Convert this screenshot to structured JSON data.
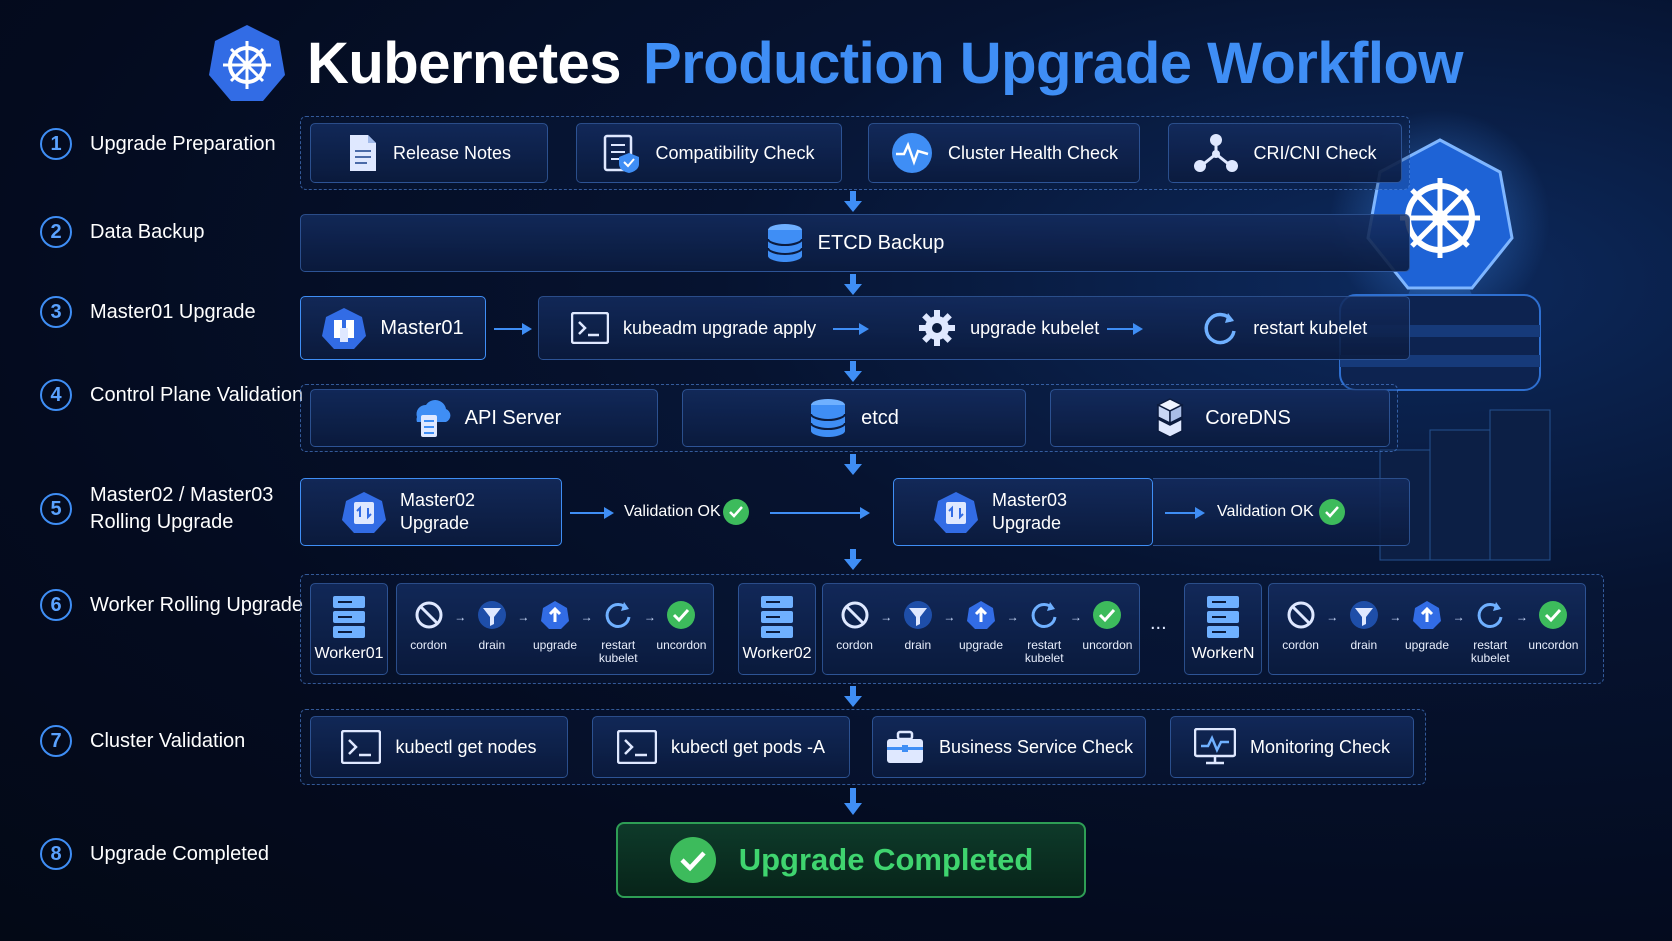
{
  "title": {
    "part1": "Kubernetes",
    "part2": "Production Upgrade Workflow"
  },
  "colors": {
    "accent": "#3f8ef5",
    "success": "#3fd46f",
    "background": "#040b1f"
  },
  "steps": [
    {
      "num": "1",
      "label": "Upgrade Preparation"
    },
    {
      "num": "2",
      "label": "Data Backup"
    },
    {
      "num": "3",
      "label": "Master01 Upgrade"
    },
    {
      "num": "4",
      "label": "Control Plane Validation"
    },
    {
      "num": "5",
      "label": "Master02 / Master03 Rolling Upgrade"
    },
    {
      "num": "6",
      "label": "Worker Rolling Upgrade"
    },
    {
      "num": "7",
      "label": "Cluster Validation"
    },
    {
      "num": "8",
      "label": "Upgrade Completed"
    }
  ],
  "preparation": [
    {
      "label": "Release Notes",
      "icon": "document-icon"
    },
    {
      "label": "Compatibility Check",
      "icon": "checklist-shield-icon"
    },
    {
      "label": "Cluster Health Check",
      "icon": "heartbeat-icon"
    },
    {
      "label": "CRI/CNI Check",
      "icon": "network-icon"
    }
  ],
  "backup": {
    "label": "ETCD Backup",
    "icon": "database-icon"
  },
  "master01": {
    "node": "Master01",
    "actions": [
      {
        "label": "kubeadm upgrade apply",
        "icon": "terminal-icon"
      },
      {
        "label": "upgrade kubelet",
        "icon": "gear-icon"
      },
      {
        "label": "restart kubelet",
        "icon": "restart-icon"
      }
    ]
  },
  "control_plane": [
    {
      "label": "API Server",
      "icon": "cloud-server-icon"
    },
    {
      "label": "etcd",
      "icon": "database-icon"
    },
    {
      "label": "CoreDNS",
      "icon": "cubes-icon"
    }
  ],
  "rolling": {
    "master02": "Master02 Upgrade",
    "master03": "Master03 Upgrade",
    "validation": "Validation OK"
  },
  "workers": {
    "nodes": [
      "Worker01",
      "Worker02",
      "WorkerN"
    ],
    "ellipsis": "...",
    "steps": [
      {
        "label": "cordon",
        "icon": "cordon-icon"
      },
      {
        "label": "drain",
        "icon": "filter-icon"
      },
      {
        "label": "upgrade",
        "icon": "upload-icon"
      },
      {
        "label": "restart kubelet",
        "icon": "restart-icon"
      },
      {
        "label": "uncordon",
        "icon": "check-icon"
      }
    ]
  },
  "validation": [
    {
      "label": "kubectl get nodes",
      "icon": "terminal-icon"
    },
    {
      "label": "kubectl get pods -A",
      "icon": "terminal-icon"
    },
    {
      "label": "Business Service Check",
      "icon": "briefcase-icon"
    },
    {
      "label": "Monitoring Check",
      "icon": "monitor-icon"
    }
  ],
  "completed": {
    "label": "Upgrade Completed",
    "icon": "check-circle-icon"
  }
}
